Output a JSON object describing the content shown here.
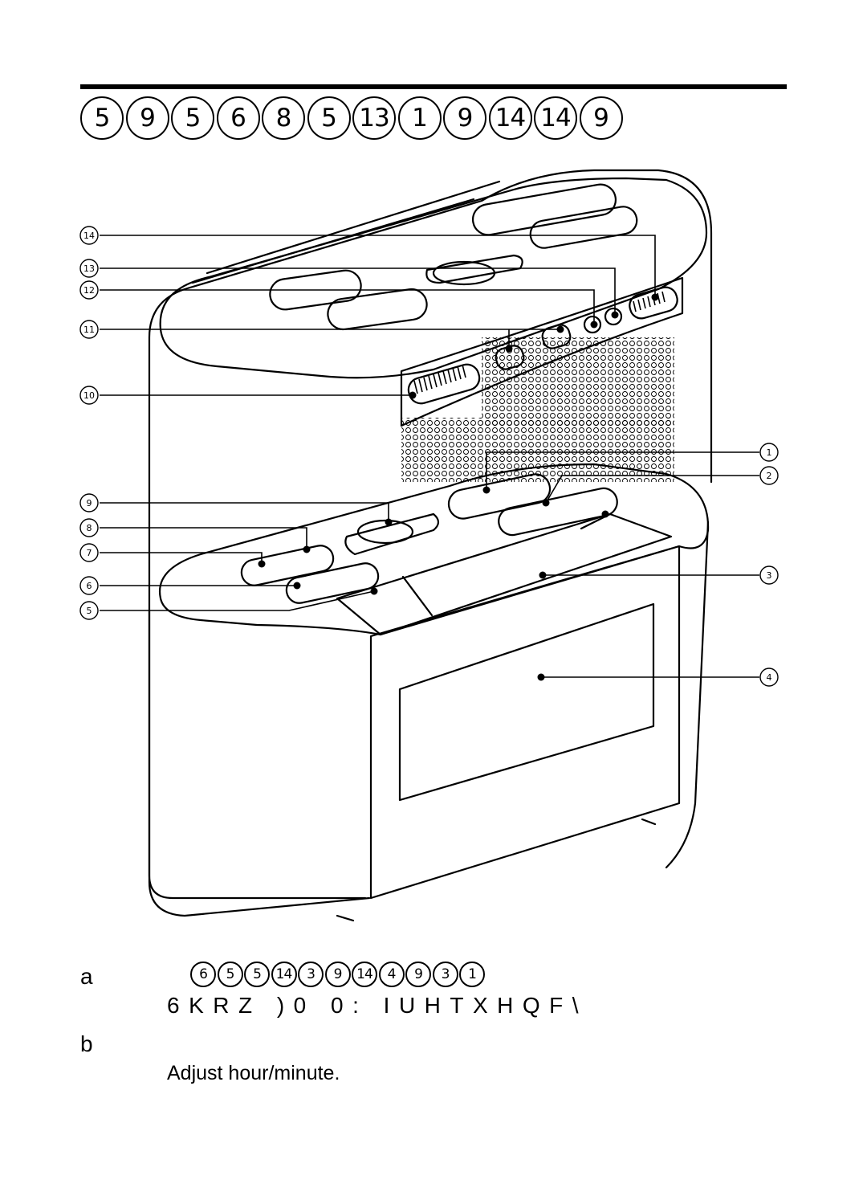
{
  "title_glyphs": [
    "5",
    "9",
    "5",
    "6",
    "8",
    "5",
    "13",
    "1",
    "9",
    "14",
    "14",
    "9"
  ],
  "callouts_left": [
    "14",
    "13",
    "12",
    "11",
    "10",
    "9",
    "8",
    "7",
    "6",
    "5"
  ],
  "callouts_right": [
    "1",
    "2",
    "3",
    "4"
  ],
  "items": [
    {
      "letter": "a",
      "glyphs": [
        "6",
        "5",
        "5",
        "14",
        "3",
        "9",
        "14",
        "4",
        "9",
        "3",
        "1"
      ],
      "text": "6KRZ )0 0: IUHTXHQF\\"
    },
    {
      "letter": "b",
      "text": "Adjust hour/minute."
    }
  ]
}
